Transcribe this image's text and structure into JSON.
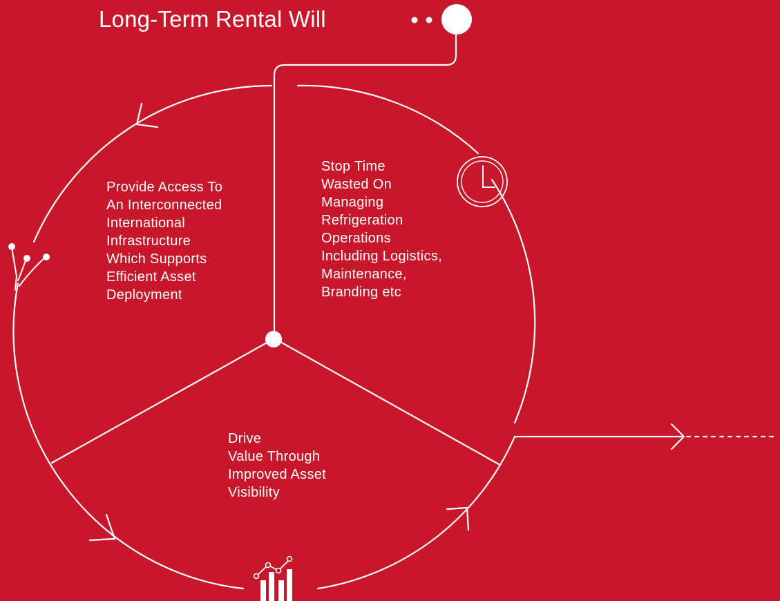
{
  "header": {
    "title": "Long-Term Rental Will"
  },
  "segments": {
    "left": {
      "icon": "network-branch-icon",
      "lines": [
        "Provide Access To",
        "An Interconnected",
        "International",
        "Infrastructure",
        "Which Supports",
        "Efficient Asset",
        "Deployment"
      ]
    },
    "right": {
      "icon": "clock-icon",
      "lines": [
        "Stop Time",
        "Wasted On",
        "Managing",
        "Refrigeration",
        "Operations",
        "Including Logistics,",
        "Maintenance,",
        "Branding etc"
      ]
    },
    "bottom": {
      "icon": "bar-chart-trend-icon",
      "lines": [
        "Drive",
        "Value Through",
        "Improved Asset",
        "Visibility"
      ]
    }
  },
  "colors": {
    "background": "#c8172b",
    "foreground": "#ffffff"
  }
}
